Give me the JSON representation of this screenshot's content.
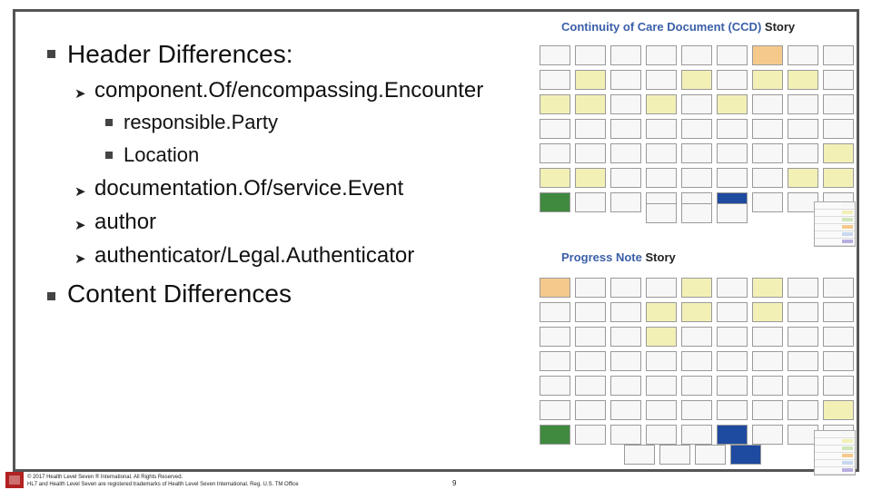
{
  "bullets": {
    "header": "Header Differences:",
    "component": "component.Of/encompassing.Encounter",
    "responsible": "responsible.Party",
    "location": "Location",
    "documentation": "documentation.Of/service.Event",
    "author": "author",
    "authenticator": "authenticator/Legal.Authenticator",
    "content": "Content Differences"
  },
  "ccd": {
    "title_main": "Continuity of Care Document (CCD)",
    "title_story": "Story"
  },
  "progress": {
    "title_main": "Progress Note",
    "title_story": "Story"
  },
  "footer": {
    "line1": "© 2017 Health Level Seven ® International. All Rights Reserved.",
    "line2": "HL7 and Health Level Seven are registered trademarks of Health Level Seven International. Reg. U.S. TM Office",
    "page": "9"
  }
}
